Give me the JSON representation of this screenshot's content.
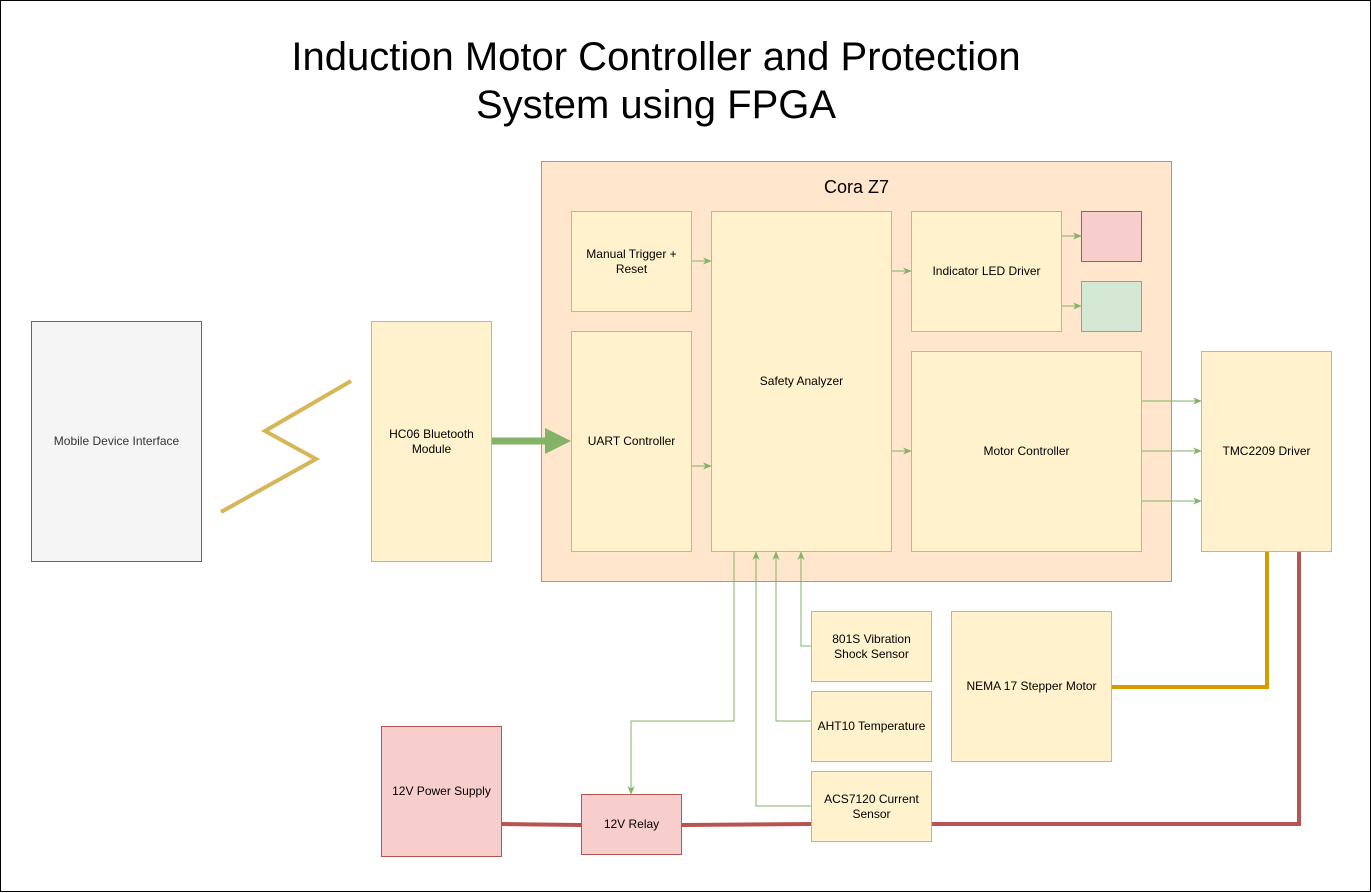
{
  "title": "Induction Motor Controller and Protection System using FPGA",
  "colors": {
    "yellow_fill": "#fff2cc",
    "yellow_stroke": "#d6b656",
    "red_fill": "#f8cecc",
    "red_stroke": "#b85450",
    "green_fill": "#d5e8d4",
    "green_stroke": "#82b366",
    "board_fill": "#ffe6cc",
    "board_stroke": "#d79b00",
    "power_line": "#b85450",
    "motor_line": "#d79b00",
    "signal_arrow": "#82b366"
  },
  "board": {
    "label": "Cora Z7"
  },
  "blocks": {
    "mobile": "Mobile Device Interface",
    "bluetooth": "HC06 Bluetooth Module",
    "manual": "Manual Trigger + Reset",
    "uart": "UART Controller",
    "safety": "Safety Analyzer",
    "led_driver": "Indicator LED Driver",
    "motor_controller": "Motor Controller",
    "tmc": "TMC2209 Driver",
    "vibration": "801S Vibration Shock Sensor",
    "temperature": "AHT10 Temperature",
    "current": "ACS7120 Current Sensor",
    "stepper": "NEMA 17 Stepper Motor",
    "power_supply": "12V Power Supply",
    "relay": "12V Relay"
  }
}
